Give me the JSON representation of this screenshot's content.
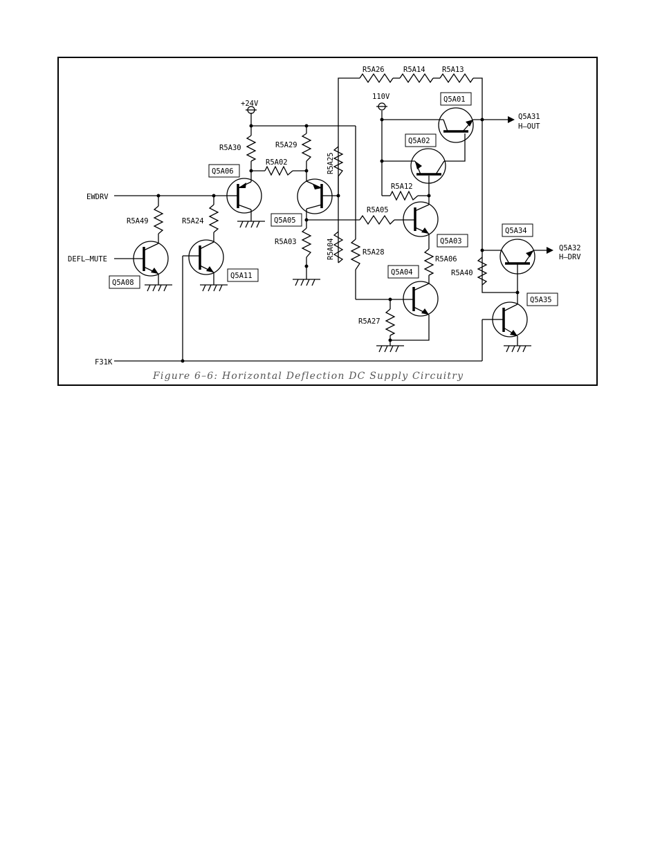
{
  "figure": {
    "caption": "Figure 6–6:  Horizontal  Deflection  DC  Supply  Circuitry"
  },
  "rails": {
    "supply_24v": "+24V",
    "supply_110v": "110V"
  },
  "inputs": {
    "ewdrv": "EWDRV",
    "defl_mute": "DEFL–MUTE",
    "f31k": "F31K"
  },
  "outputs": {
    "h_out_ref": "Q5A31",
    "h_out": "H–OUT",
    "h_drv_ref": "Q5A32",
    "h_drv": "H–DRV"
  },
  "resistors": {
    "r5a26": "R5A26",
    "r5a14": "R5A14",
    "r5a13": "R5A13",
    "r5a30": "R5A30",
    "r5a29": "R5A29",
    "r5a02": "R5A02",
    "r5a25": "R5A25",
    "r5a49": "R5A49",
    "r5a24": "R5A24",
    "r5a03": "R5A03",
    "r5a04": "R5A04",
    "r5a05": "R5A05",
    "r5a28": "R5A28",
    "r5a12": "R5A12",
    "r5a06": "R5A06",
    "r5a40": "R5A40",
    "r5a27": "R5A27"
  },
  "transistors": {
    "q5a01": "Q5A01",
    "q5a02": "Q5A02",
    "q5a03": "Q5A03",
    "q5a04": "Q5A04",
    "q5a05": "Q5A05",
    "q5a06": "Q5A06",
    "q5a08": "Q5A08",
    "q5a11": "Q5A11",
    "q5a34": "Q5A34",
    "q5a35": "Q5A35"
  }
}
